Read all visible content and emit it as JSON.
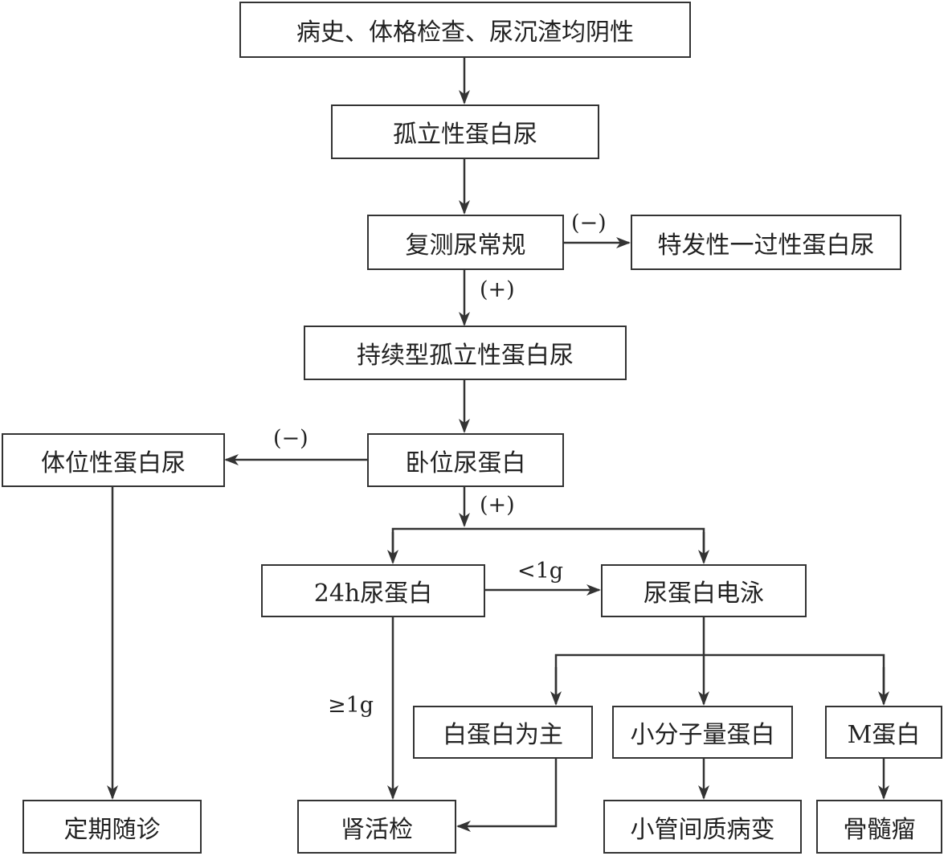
{
  "nodes": {
    "history_negative": "病史、体格检查、尿沉渣均阴性",
    "isolated_proteinuria": "孤立性蛋白尿",
    "repeat_urinalysis": "复测尿常规",
    "idiopathic_transient": "特发性一过性蛋白尿",
    "persistent_isolated": "持续型孤立性蛋白尿",
    "recumbent_protein": "卧位尿蛋白",
    "orthostatic": "体位性蛋白尿",
    "urine_protein_24h": "24h尿蛋白",
    "electrophoresis": "尿蛋白电泳",
    "albumin_dominant": "白蛋白为主",
    "low_mw_protein": "小分子量蛋白",
    "m_protein": "M蛋白",
    "regular_followup": "定期随诊",
    "renal_biopsy": "肾活检",
    "tubulointerstitial": "小管间质病变",
    "myeloma": "骨髓瘤"
  },
  "edge_labels": {
    "repeat_negative": "(−)",
    "repeat_positive": "(+)",
    "recumbent_negative": "(−)",
    "recumbent_positive": "(+)",
    "less_than_1g": "<1g",
    "at_least_1g": "≥1g"
  }
}
